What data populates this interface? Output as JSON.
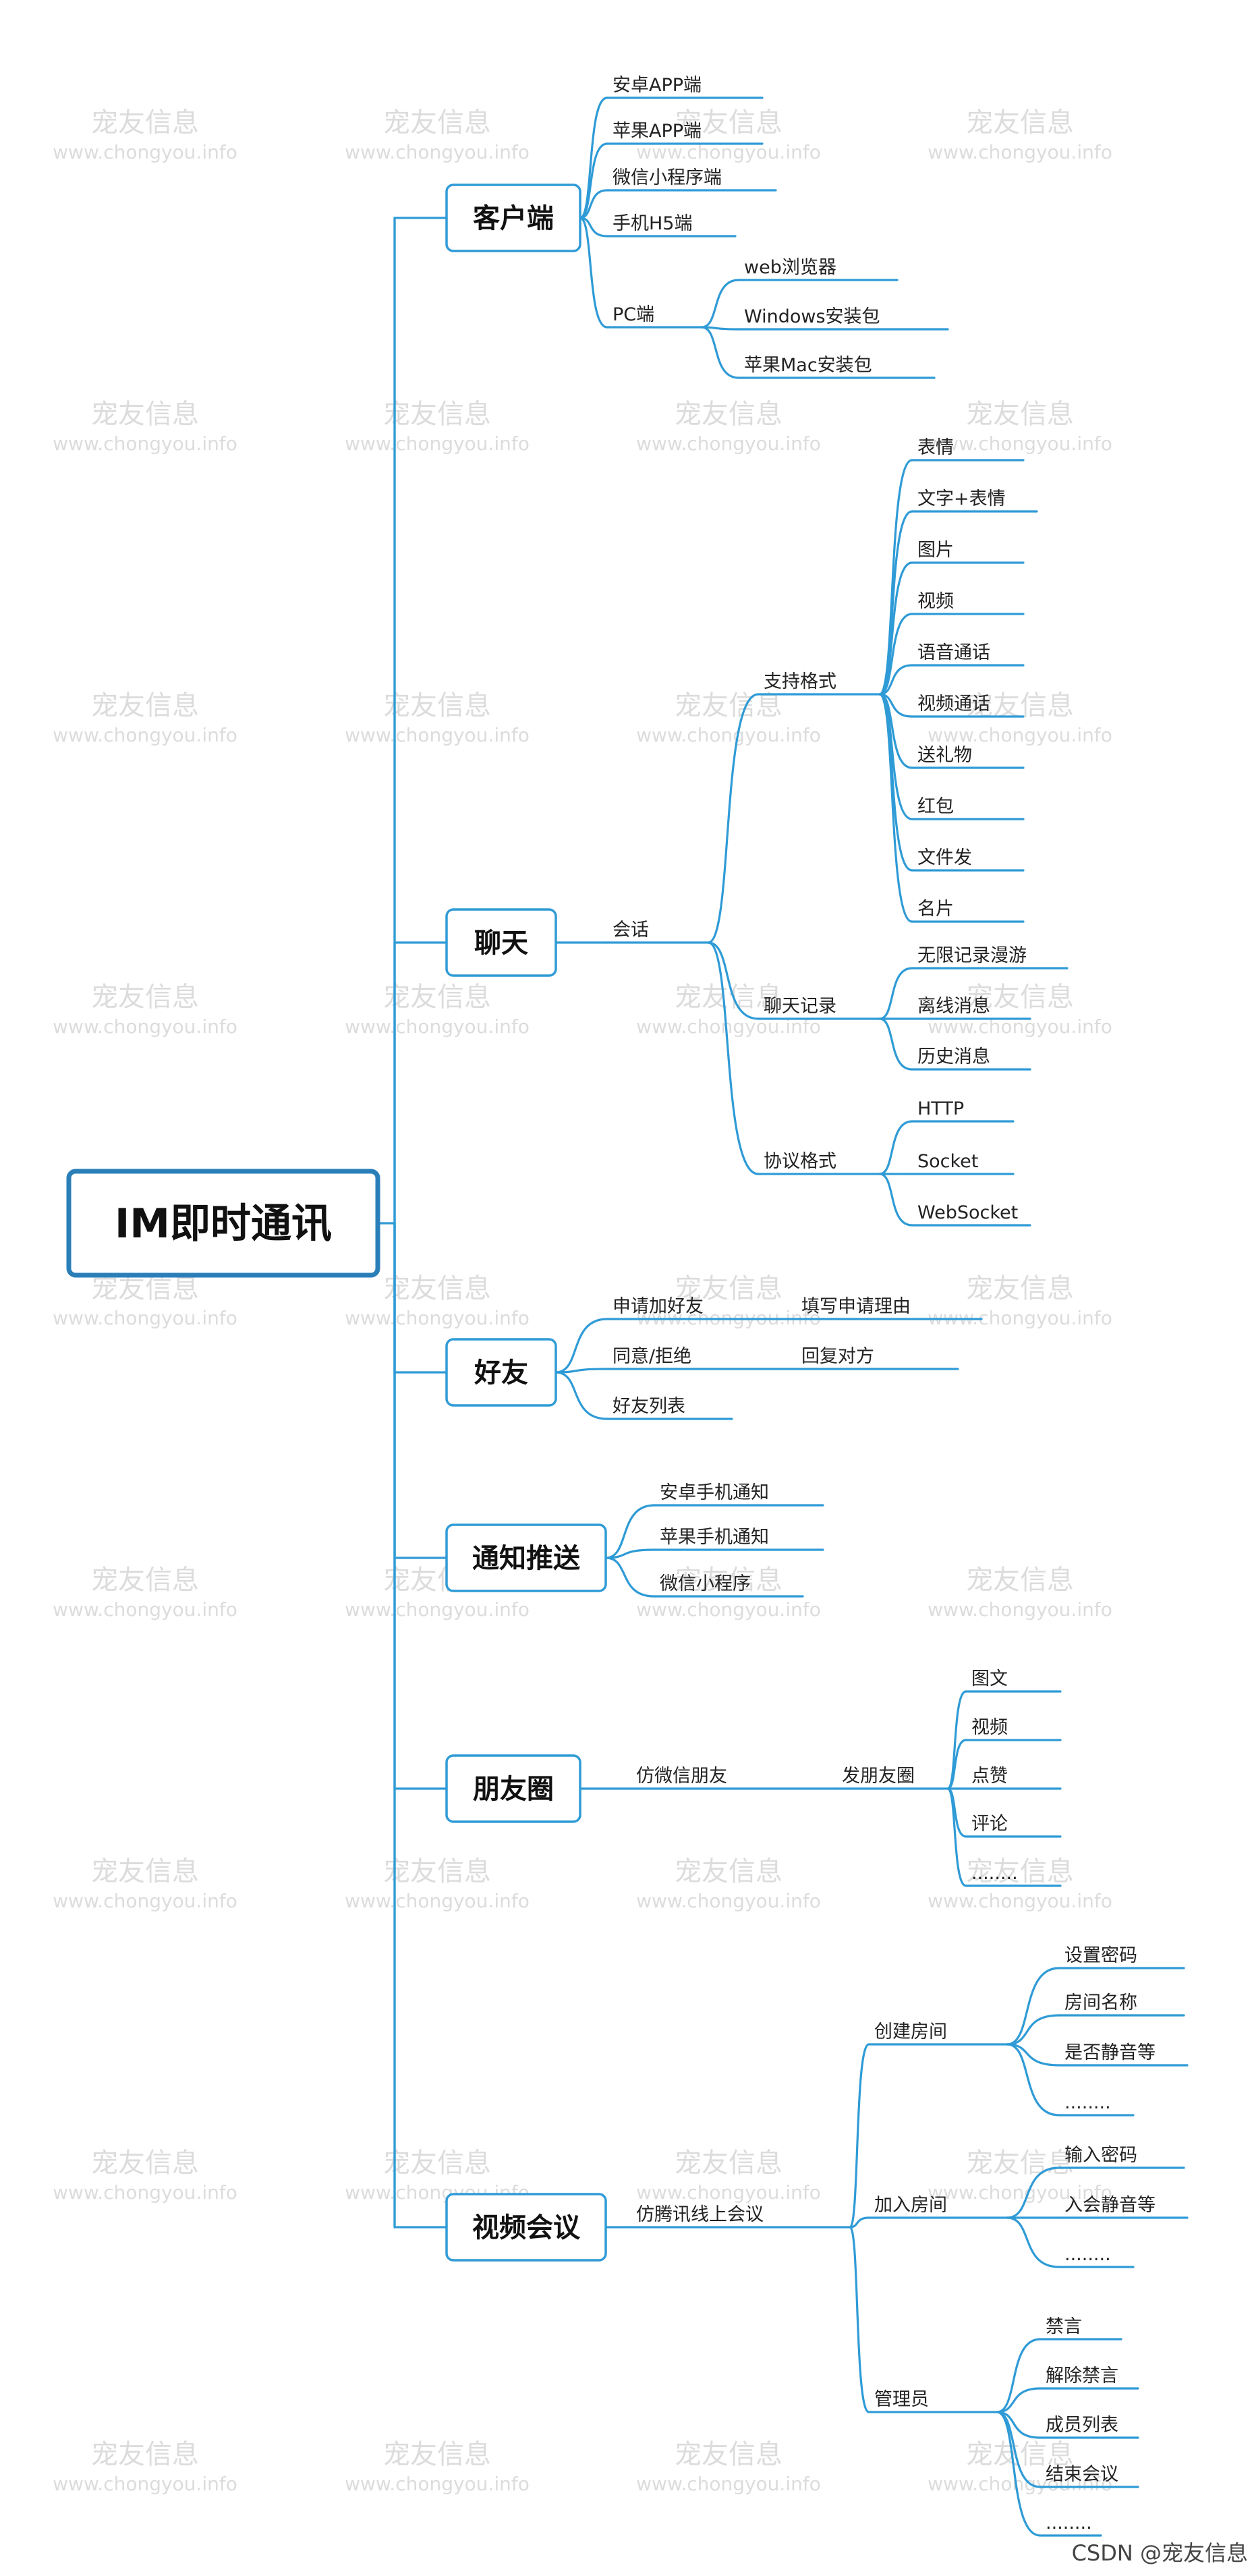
{
  "root": "IM即时通讯",
  "watermark": {
    "cn": "宠友信息",
    "en": "www.chongyou.info"
  },
  "credit": "CSDN @宠友信息",
  "branches": [
    {
      "label": "客户端",
      "children": [
        {
          "label": "安卓APP端"
        },
        {
          "label": "苹果APP端"
        },
        {
          "label": "微信小程序端"
        },
        {
          "label": "手机H5端"
        },
        {
          "label": "PC端",
          "children": [
            {
              "label": "web浏览器"
            },
            {
              "label": "Windows安装包"
            },
            {
              "label": "苹果Mac安装包"
            }
          ]
        }
      ]
    },
    {
      "label": "聊天",
      "children": [
        {
          "label": "会话",
          "children": [
            {
              "label": "支持格式",
              "children": [
                {
                  "label": "表情"
                },
                {
                  "label": "文字+表情"
                },
                {
                  "label": "图片"
                },
                {
                  "label": "视频"
                },
                {
                  "label": "语音通话"
                },
                {
                  "label": "视频通话"
                },
                {
                  "label": "送礼物"
                },
                {
                  "label": "红包"
                },
                {
                  "label": "文件发"
                },
                {
                  "label": "名片"
                }
              ]
            },
            {
              "label": "聊天记录",
              "children": [
                {
                  "label": "无限记录漫游"
                },
                {
                  "label": "离线消息"
                },
                {
                  "label": "历史消息"
                }
              ]
            },
            {
              "label": "协议格式",
              "children": [
                {
                  "label": "HTTP"
                },
                {
                  "label": "Socket"
                },
                {
                  "label": "WebSocket"
                }
              ]
            }
          ]
        }
      ]
    },
    {
      "label": "好友",
      "children": [
        {
          "label": "申请加好友",
          "children": [
            {
              "label": "填写申请理由"
            }
          ]
        },
        {
          "label": "同意/拒绝",
          "children": [
            {
              "label": "回复对方"
            }
          ]
        },
        {
          "label": "好友列表"
        }
      ]
    },
    {
      "label": "通知推送",
      "children": [
        {
          "label": "安卓手机通知"
        },
        {
          "label": "苹果手机通知"
        },
        {
          "label": "微信小程序"
        }
      ]
    },
    {
      "label": "朋友圈",
      "children": [
        {
          "label": "仿微信朋友",
          "children": [
            {
              "label": "发朋友圈",
              "children": [
                {
                  "label": "图文"
                },
                {
                  "label": "视频"
                },
                {
                  "label": "点赞"
                },
                {
                  "label": "评论"
                },
                {
                  "label": "........"
                }
              ]
            }
          ]
        }
      ]
    },
    {
      "label": "视频会议",
      "children": [
        {
          "label": "仿腾讯线上会议",
          "children": [
            {
              "label": "创建房间",
              "children": [
                {
                  "label": "设置密码"
                },
                {
                  "label": "房间名称"
                },
                {
                  "label": "是否静音等"
                },
                {
                  "label": "........"
                }
              ]
            },
            {
              "label": "加入房间",
              "children": [
                {
                  "label": "输入密码"
                },
                {
                  "label": "入会静音等"
                },
                {
                  "label": "........"
                }
              ]
            },
            {
              "label": "管理员",
              "children": [
                {
                  "label": "禁言"
                },
                {
                  "label": "解除禁言"
                },
                {
                  "label": "成员列表"
                },
                {
                  "label": "结束会议"
                },
                {
                  "label": "........"
                }
              ]
            }
          ]
        }
      ]
    }
  ]
}
